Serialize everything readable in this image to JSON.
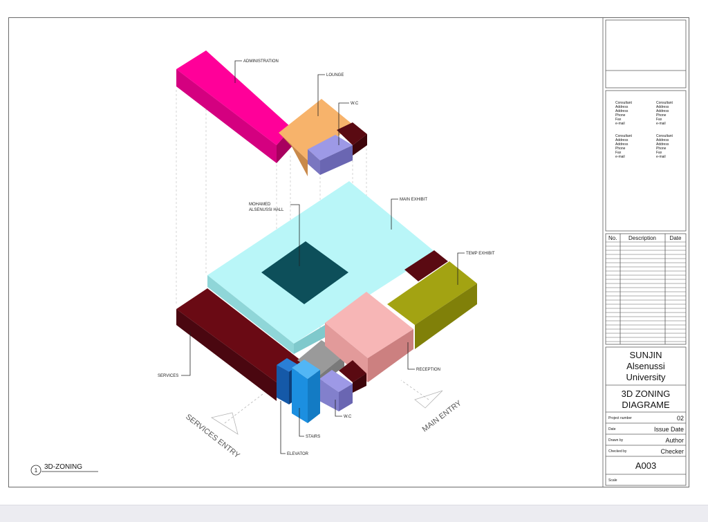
{
  "zones": {
    "administration": "ADMINISTRATION",
    "lounge": "LOUNGE",
    "wc_upper": "W.C",
    "hall_line1": "MOHAMED",
    "hall_line2": "ALSENUSSI HALL",
    "main_exhibit": "MAIN EXHIBIT",
    "temp_exhibit": "TEMP EXHIBIT",
    "services": "SERVICES",
    "reception": "RECEPTION",
    "wc_lower": "W.C",
    "stairs": "STAIRS",
    "elevator": "ELEVATOR"
  },
  "entries": {
    "services": "SERVICES  ENTRY",
    "main": "MAIN ENTRY"
  },
  "view": {
    "number": "1",
    "title": "3D-ZONING"
  },
  "consultants": [
    [
      "Consultant",
      "Address",
      "Address",
      "Phone",
      "Fax",
      "e-mail"
    ],
    [
      "Consultant",
      "Address",
      "Address",
      "Phone",
      "Fax",
      "e-mail"
    ],
    [
      "Consultant",
      "Address",
      "Address",
      "Phone",
      "Fax",
      "e-mail"
    ],
    [
      "Consultant",
      "Address",
      "Address",
      "Phone",
      "Fax",
      "e-mail"
    ]
  ],
  "revisions": {
    "col_no": "No.",
    "col_description": "Description",
    "col_date": "Date"
  },
  "titleblock": {
    "client_line1": "SUNJIN",
    "client_line2": "Alsenussi",
    "client_line3": "University",
    "sheet_title_line1": "3D ZONING",
    "sheet_title_line2": "DIAGRAME",
    "project_number_label": "Project number",
    "project_number_value": "02",
    "date_label": "Date",
    "date_value": "Issue Date",
    "drawn_by_label": "Drawn by",
    "drawn_by_value": "Author",
    "checked_by_label": "Checked by",
    "checked_by_value": "Checker",
    "sheet_number": "A003",
    "scale_label": "Scale"
  },
  "colors": {
    "administration": "#ff0099",
    "lounge": "#f7b36b",
    "wc": "#9d99e6",
    "main_exhibit": "#b9f6f8",
    "hall": "#0d4f5a",
    "temp_exhibit": "#a3a312",
    "services": "#6a0a14",
    "reception": "#f7b6b6",
    "stairs": "#1c8fe0",
    "elevator": "#1559a8"
  }
}
